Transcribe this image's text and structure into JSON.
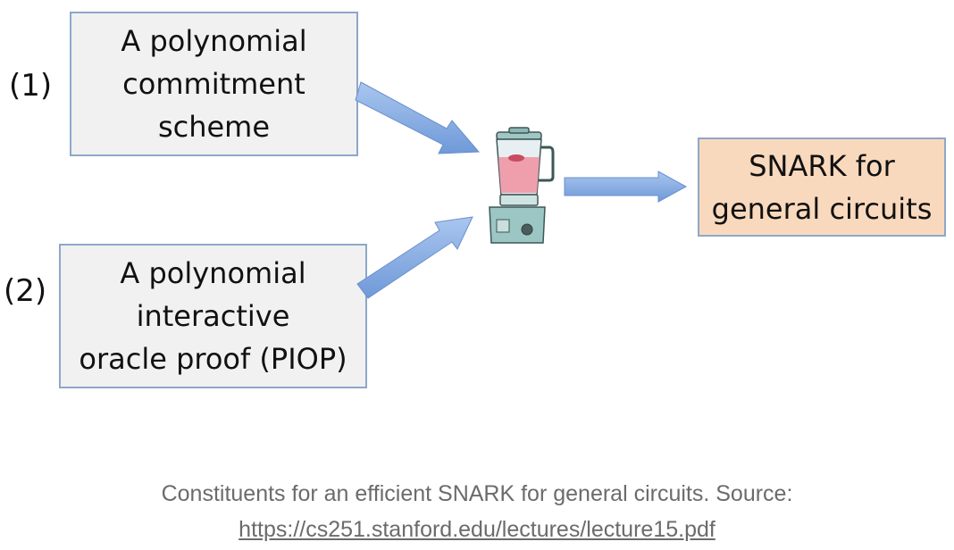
{
  "diagram": {
    "input1": {
      "number": "(1)",
      "lines": [
        "A polynomial",
        "commitment",
        "scheme"
      ]
    },
    "input2": {
      "number": "(2)",
      "lines": [
        "A polynomial",
        "interactive",
        "oracle proof (PIOP)"
      ]
    },
    "combiner": {
      "icon": "blender-icon"
    },
    "output": {
      "lines": [
        "SNARK for",
        "general circuits"
      ]
    },
    "colors": {
      "input_box_fill": "#f1f1f1",
      "output_box_fill": "#f9d9bd",
      "box_border": "#8ea7c9",
      "arrow_fill": "#7ea6e0"
    }
  },
  "caption": {
    "text": "Constituents for an efficient SNARK for general circuits. Source:",
    "link": "https://cs251.stanford.edu/lectures/lecture15.pdf"
  }
}
